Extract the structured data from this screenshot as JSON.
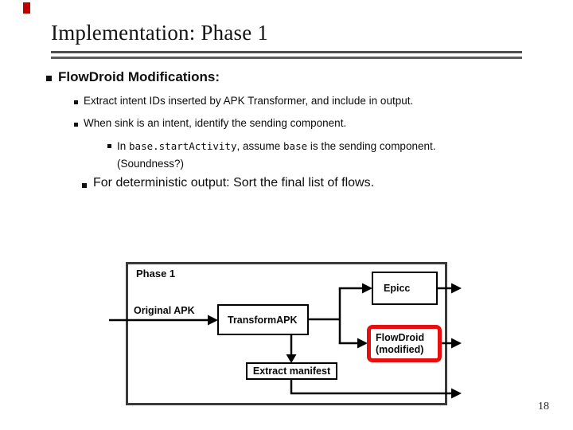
{
  "slide": {
    "title": "Implementation: Phase 1",
    "page_number": "18"
  },
  "content": {
    "heading": "FlowDroid Modifications:",
    "bullet_1": "Extract intent IDs inserted by APK Transformer, and include in output.",
    "bullet_2": "When sink is an intent, identify the sending component.",
    "bullet_3": {
      "part_1": "In ",
      "code_1": "base.startActivity",
      "part_2": ", assume ",
      "code_2": "base",
      "part_3": " is the sending component.",
      "line_2": "(Soundness?)"
    },
    "bullet_4": "For deterministic output: Sort the final list of flows."
  },
  "diagram": {
    "phase_label": "Phase 1",
    "input_label": "Original APK",
    "transform_box": "TransformAPK",
    "epicc_box": "Epicc",
    "flowdroid_box_line1": "FlowDroid",
    "flowdroid_box_line2": "(modified)",
    "extract_box": "Extract manifest"
  },
  "colors": {
    "accent_red": "#c00000",
    "highlight_red": "#e50f0f",
    "rule_gray": "#4e4e4e",
    "outer_box_gray": "#3a3a3a"
  }
}
